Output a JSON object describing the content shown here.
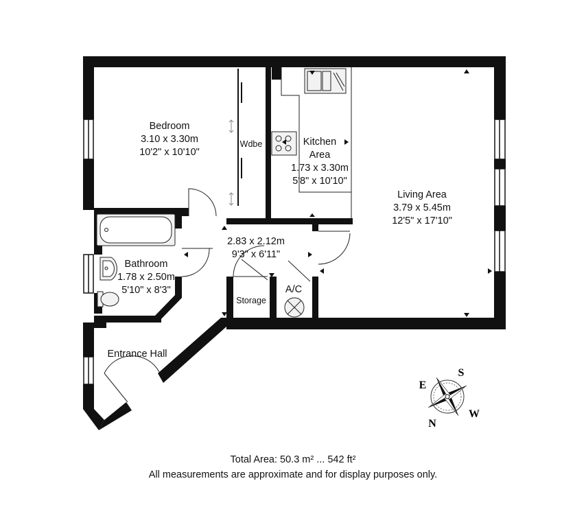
{
  "rooms": {
    "bedroom": {
      "name": "Bedroom",
      "metric": "3.10 x 3.30m",
      "imperial": "10'2\" x 10'10\""
    },
    "wardrobe": {
      "name": "Wdbe"
    },
    "kitchen": {
      "name_line1": "Kitchen",
      "name_line2": "Area",
      "metric": "1.73 x 3.30m",
      "imperial": "5'8\" x 10'10\""
    },
    "living": {
      "name": "Living Area",
      "metric": "3.79 x 5.45m",
      "imperial": "12'5\" x 17'10\""
    },
    "hall": {
      "metric": "2.83 x 2.12m",
      "imperial": "9'3\" x 6'11\""
    },
    "bathroom": {
      "name": "Bathroom",
      "metric": "1.78 x 2.50m",
      "imperial": "5'10\" x 8'3\""
    },
    "storage": {
      "name": "Storage"
    },
    "ac": {
      "name": "A/C"
    },
    "entrance": {
      "name": "Entrance Hall"
    }
  },
  "compass": {
    "s": "S",
    "e": "E",
    "w": "W",
    "n": "N"
  },
  "footer": {
    "total_area": "Total Area: 50.3 m² ... 542 ft²",
    "disclaimer": "All measurements are approximate and for display purposes only."
  },
  "colors": {
    "wall": "#111111",
    "line": "#222222",
    "fixture_fill": "#f2f2f2"
  }
}
